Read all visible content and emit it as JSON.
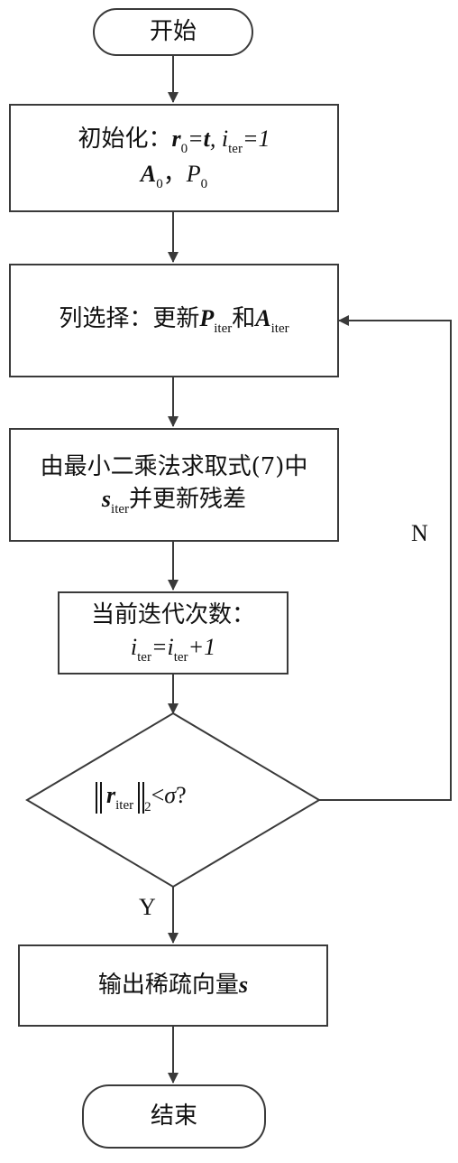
{
  "start": "开始",
  "init": {
    "prefix": "初始化：",
    "r": "r",
    "r_sub": "0",
    "eq_t": "=",
    "t": "t",
    "comma": ", ",
    "i": "i",
    "i_sub": "ter",
    "eq_one": "=1",
    "A": "A",
    "A_sub": "0",
    "sep": "，",
    "P": "P",
    "P_sub": "0"
  },
  "column_select": {
    "prefix": "列选择：更新",
    "P": "P",
    "P_sub": "iter",
    "mid": "和",
    "A": "A",
    "A_sub": "iter"
  },
  "least_squares": {
    "line1": "由最小二乘法求取式(7)中",
    "s": "s",
    "s_sub": "iter",
    "line2_rest": "并更新残差"
  },
  "iteration": {
    "line1": "当前迭代次数：",
    "i": "i",
    "i_sub": "ter",
    "eq": "=",
    "i2": "i",
    "i2_sub": "ter",
    "plus": "+1"
  },
  "decision": {
    "r": "r",
    "r_sub": "iter",
    "norm_sub": "2",
    "lt": "<",
    "sigma": "σ",
    "q": "?"
  },
  "labels": {
    "no": "N",
    "yes": "Y"
  },
  "output": {
    "prefix": "输出稀疏向量",
    "s": "s"
  },
  "end": "结束"
}
